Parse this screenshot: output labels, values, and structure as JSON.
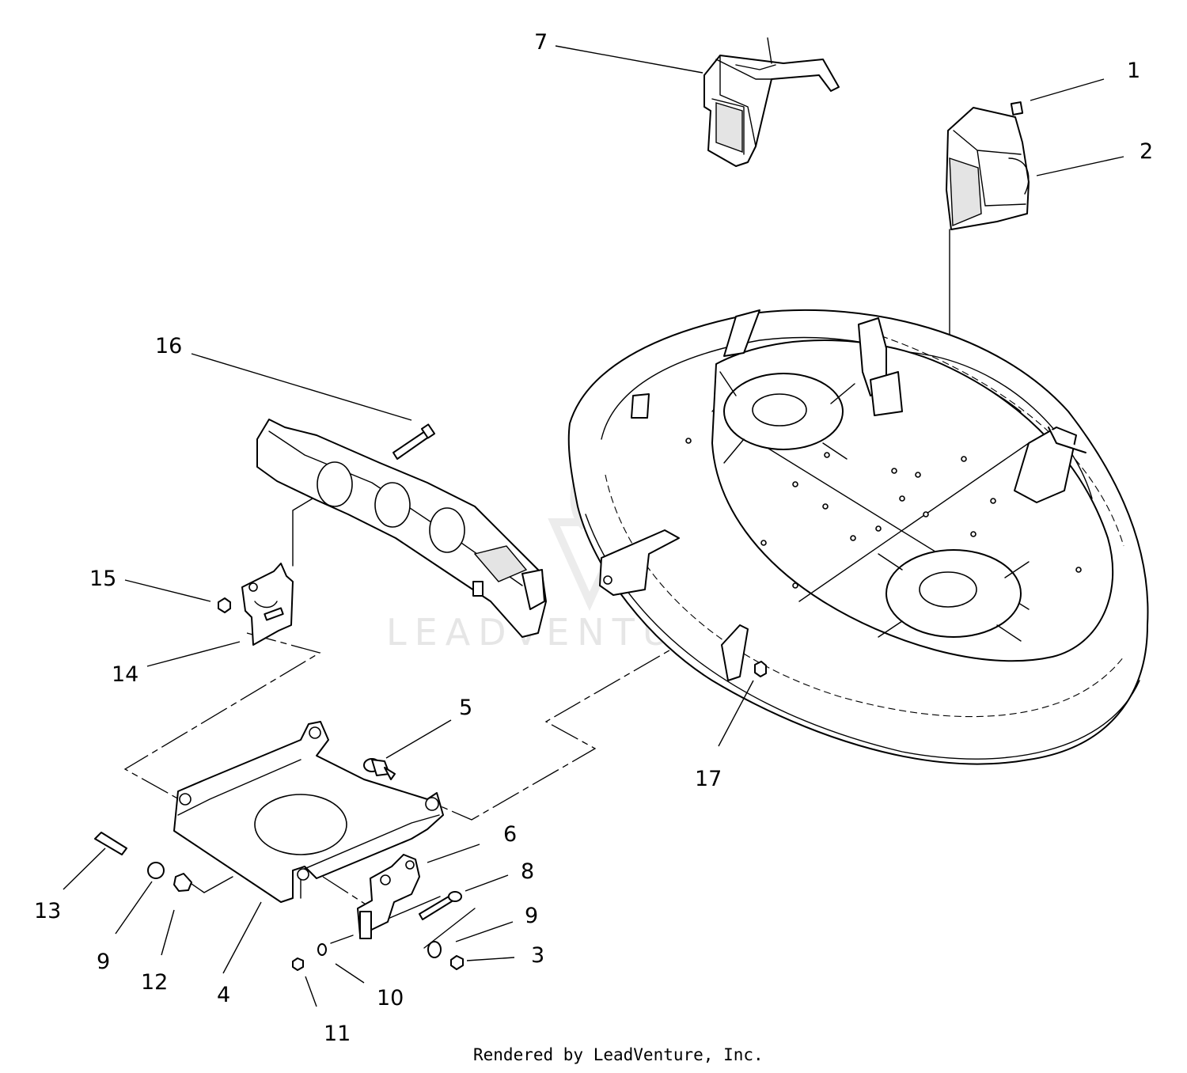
{
  "watermark": "LEADVENTURE",
  "footer": "Rendered by LeadVenture, Inc.",
  "callouts": [
    "1",
    "2",
    "3",
    "4",
    "5",
    "6",
    "7",
    "8",
    "9",
    "9",
    "10",
    "11",
    "12",
    "13",
    "14",
    "15",
    "16",
    "17"
  ],
  "colors": {
    "line": "#000000",
    "background": "#ffffff",
    "watermark": "#e6e6e6"
  }
}
